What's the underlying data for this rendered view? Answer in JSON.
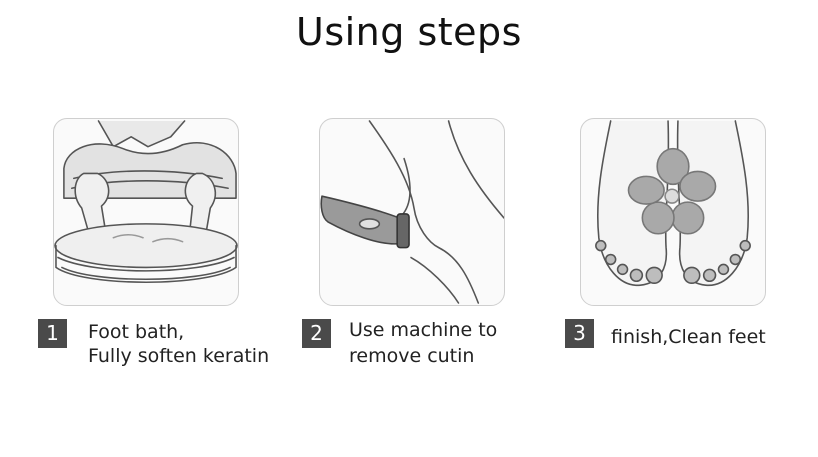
{
  "title": "Using steps",
  "steps": [
    {
      "number": "1",
      "line1": "Foot bath,",
      "line2": "Fully soften keratin"
    },
    {
      "number": "2",
      "line1": "Use machine to",
      "line2": "remove cutin"
    },
    {
      "number": "3",
      "line1": "finish,Clean feet"
    }
  ]
}
